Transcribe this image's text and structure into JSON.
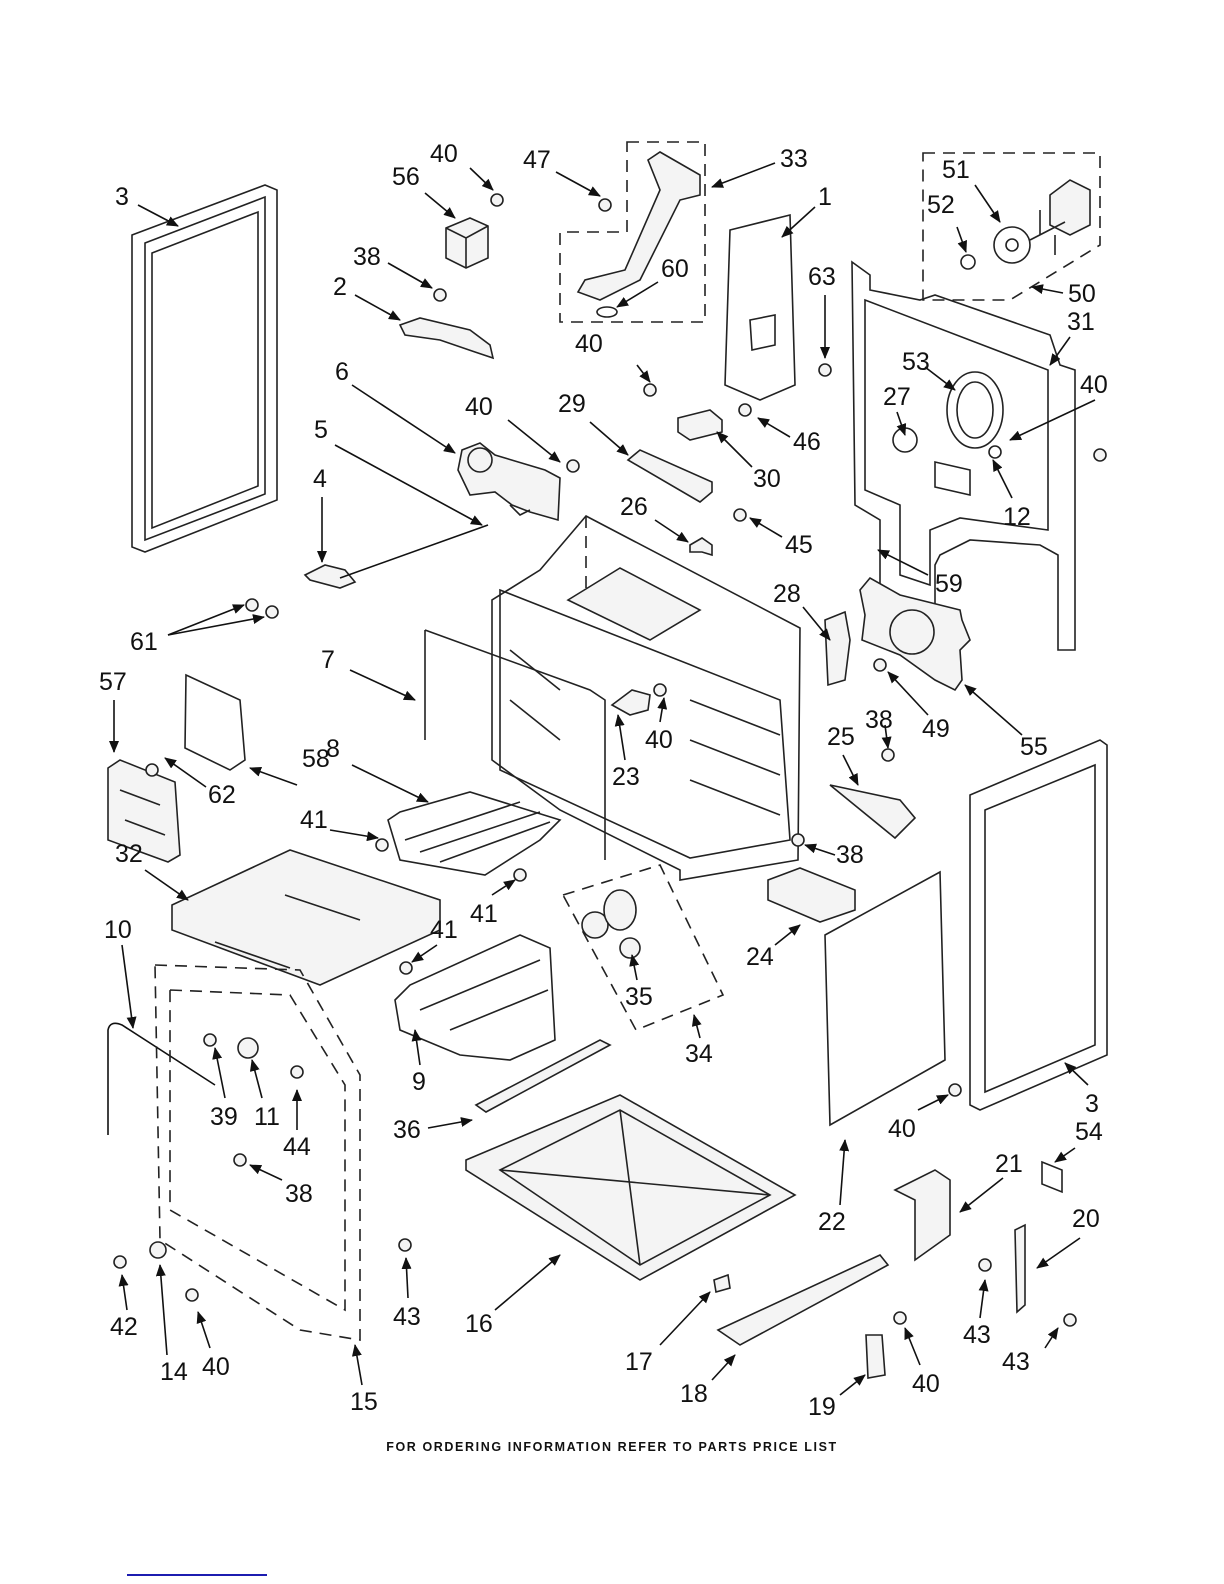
{
  "footer": {
    "text": "FOR ORDERING INFORMATION REFER TO PARTS PRICE LIST"
  },
  "accent_colors": {
    "link_underline": "#1c1cb0",
    "ink": "#111111"
  },
  "callouts": [
    {
      "id": "c3a",
      "label": "3"
    },
    {
      "id": "c56",
      "label": "56"
    },
    {
      "id": "c40a",
      "label": "40"
    },
    {
      "id": "c47",
      "label": "47"
    },
    {
      "id": "c33",
      "label": "33"
    },
    {
      "id": "c1",
      "label": "1"
    },
    {
      "id": "c51",
      "label": "51"
    },
    {
      "id": "c52",
      "label": "52"
    },
    {
      "id": "c38a",
      "label": "38"
    },
    {
      "id": "c2",
      "label": "2"
    },
    {
      "id": "c60",
      "label": "60"
    },
    {
      "id": "c63",
      "label": "63"
    },
    {
      "id": "c50",
      "label": "50"
    },
    {
      "id": "c31",
      "label": "31"
    },
    {
      "id": "c40b",
      "label": "40"
    },
    {
      "id": "c6",
      "label": "6"
    },
    {
      "id": "c40c",
      "label": "40"
    },
    {
      "id": "c29",
      "label": "29"
    },
    {
      "id": "c53",
      "label": "53"
    },
    {
      "id": "c40d",
      "label": "40"
    },
    {
      "id": "c5",
      "label": "5"
    },
    {
      "id": "c27",
      "label": "27"
    },
    {
      "id": "c46",
      "label": "46"
    },
    {
      "id": "c4",
      "label": "4"
    },
    {
      "id": "c30",
      "label": "30"
    },
    {
      "id": "c12",
      "label": "12"
    },
    {
      "id": "c26",
      "label": "26"
    },
    {
      "id": "c45",
      "label": "45"
    },
    {
      "id": "c59",
      "label": "59"
    },
    {
      "id": "c61",
      "label": "61"
    },
    {
      "id": "c28",
      "label": "28"
    },
    {
      "id": "c7",
      "label": "7"
    },
    {
      "id": "c57",
      "label": "57"
    },
    {
      "id": "c40e",
      "label": "40"
    },
    {
      "id": "c49",
      "label": "49"
    },
    {
      "id": "c55",
      "label": "55"
    },
    {
      "id": "c62",
      "label": "62"
    },
    {
      "id": "c58",
      "label": "58"
    },
    {
      "id": "c8",
      "label": "8"
    },
    {
      "id": "c23",
      "label": "23"
    },
    {
      "id": "c38b",
      "label": "38"
    },
    {
      "id": "c25",
      "label": "25"
    },
    {
      "id": "c41a",
      "label": "41"
    },
    {
      "id": "c32",
      "label": "32"
    },
    {
      "id": "c41b",
      "label": "41"
    },
    {
      "id": "c38c",
      "label": "38"
    },
    {
      "id": "c10",
      "label": "10"
    },
    {
      "id": "c41c",
      "label": "41"
    },
    {
      "id": "c24",
      "label": "24"
    },
    {
      "id": "c35",
      "label": "35"
    },
    {
      "id": "c9",
      "label": "9"
    },
    {
      "id": "c34",
      "label": "34"
    },
    {
      "id": "c39",
      "label": "39"
    },
    {
      "id": "c11",
      "label": "11"
    },
    {
      "id": "c44",
      "label": "44"
    },
    {
      "id": "c36",
      "label": "36"
    },
    {
      "id": "c40f",
      "label": "40"
    },
    {
      "id": "c3b",
      "label": "3"
    },
    {
      "id": "c54",
      "label": "54"
    },
    {
      "id": "c38d",
      "label": "38"
    },
    {
      "id": "c21",
      "label": "21"
    },
    {
      "id": "c22",
      "label": "22"
    },
    {
      "id": "c20",
      "label": "20"
    },
    {
      "id": "c42",
      "label": "42"
    },
    {
      "id": "c43a",
      "label": "43"
    },
    {
      "id": "c43b",
      "label": "43"
    },
    {
      "id": "c16",
      "label": "16"
    },
    {
      "id": "c43c",
      "label": "43"
    },
    {
      "id": "c14",
      "label": "14"
    },
    {
      "id": "c40g",
      "label": "40"
    },
    {
      "id": "c17",
      "label": "17"
    },
    {
      "id": "c15",
      "label": "15"
    },
    {
      "id": "c18",
      "label": "18"
    },
    {
      "id": "c40h",
      "label": "40"
    },
    {
      "id": "c19",
      "label": "19"
    }
  ]
}
